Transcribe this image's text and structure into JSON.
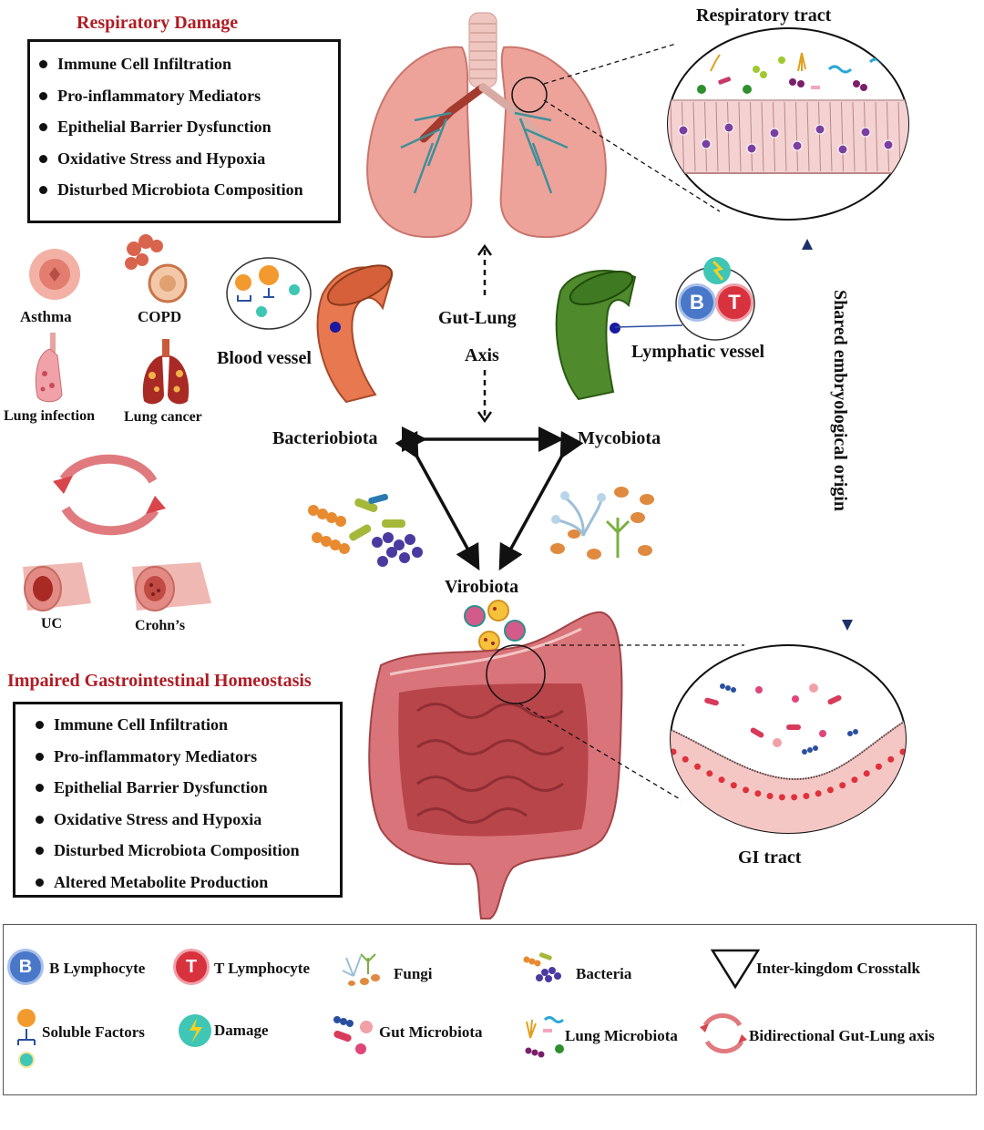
{
  "respiratory_damage": {
    "title": "Respiratory Damage",
    "items": [
      "Immune Cell Infiltration",
      "Pro-inflammatory Mediators",
      "Epithelial Barrier Dysfunction",
      "Oxidative Stress and Hypoxia",
      "Disturbed Microbiota Composition"
    ]
  },
  "gi_homeostasis": {
    "title": "Impaired Gastrointestinal Homeostasis",
    "items": [
      "Immune Cell Infiltration",
      "Pro-inflammatory Mediators",
      "Epithelial Barrier Dysfunction",
      "Oxidative Stress and Hypoxia",
      "Disturbed Microbiota Composition",
      "Altered Metabolite Production"
    ]
  },
  "diseases": {
    "asthma": "Asthma",
    "copd": "COPD",
    "lung_infection": "Lung infection",
    "lung_cancer": "Lung cancer",
    "uc": "UC",
    "crohns": "Crohn’s"
  },
  "labels": {
    "respiratory_tract": "Respiratory tract",
    "gi_tract": "GI tract",
    "blood_vessel": "Blood vessel",
    "lymphatic_vessel": "Lymphatic vessel",
    "axis_line1": "Gut-Lung",
    "axis_line2": "Axis",
    "bacteriobiota": "Bacteriobiota",
    "mycobiota": "Mycobiota",
    "virobiota": "Virobiota",
    "shared_origin": "Shared embryological origin",
    "b_letter": "B",
    "t_letter": "T"
  },
  "legend": {
    "b_lymphocyte": "B Lymphocyte",
    "t_lymphocyte": "T Lymphocyte",
    "fungi": "Fungi",
    "bacteria": "Bacteria",
    "crosstalk": "Inter-kingdom Crosstalk",
    "soluble_factors": "Soluble Factors",
    "damage": "Damage",
    "gut_microbiota": "Gut Microbiota",
    "lung_microbiota": "Lung Microbiota",
    "bidirectional": "Bidirectional Gut-Lung axis"
  },
  "colors": {
    "title_red": "#b01c24",
    "b_cell": "#4a78c9",
    "t_cell": "#d9323f",
    "blood_vessel": "#e6774f",
    "lymph_vessel": "#4f8a2c",
    "lung": "#eb9a90",
    "intestine": "#c9575a"
  }
}
